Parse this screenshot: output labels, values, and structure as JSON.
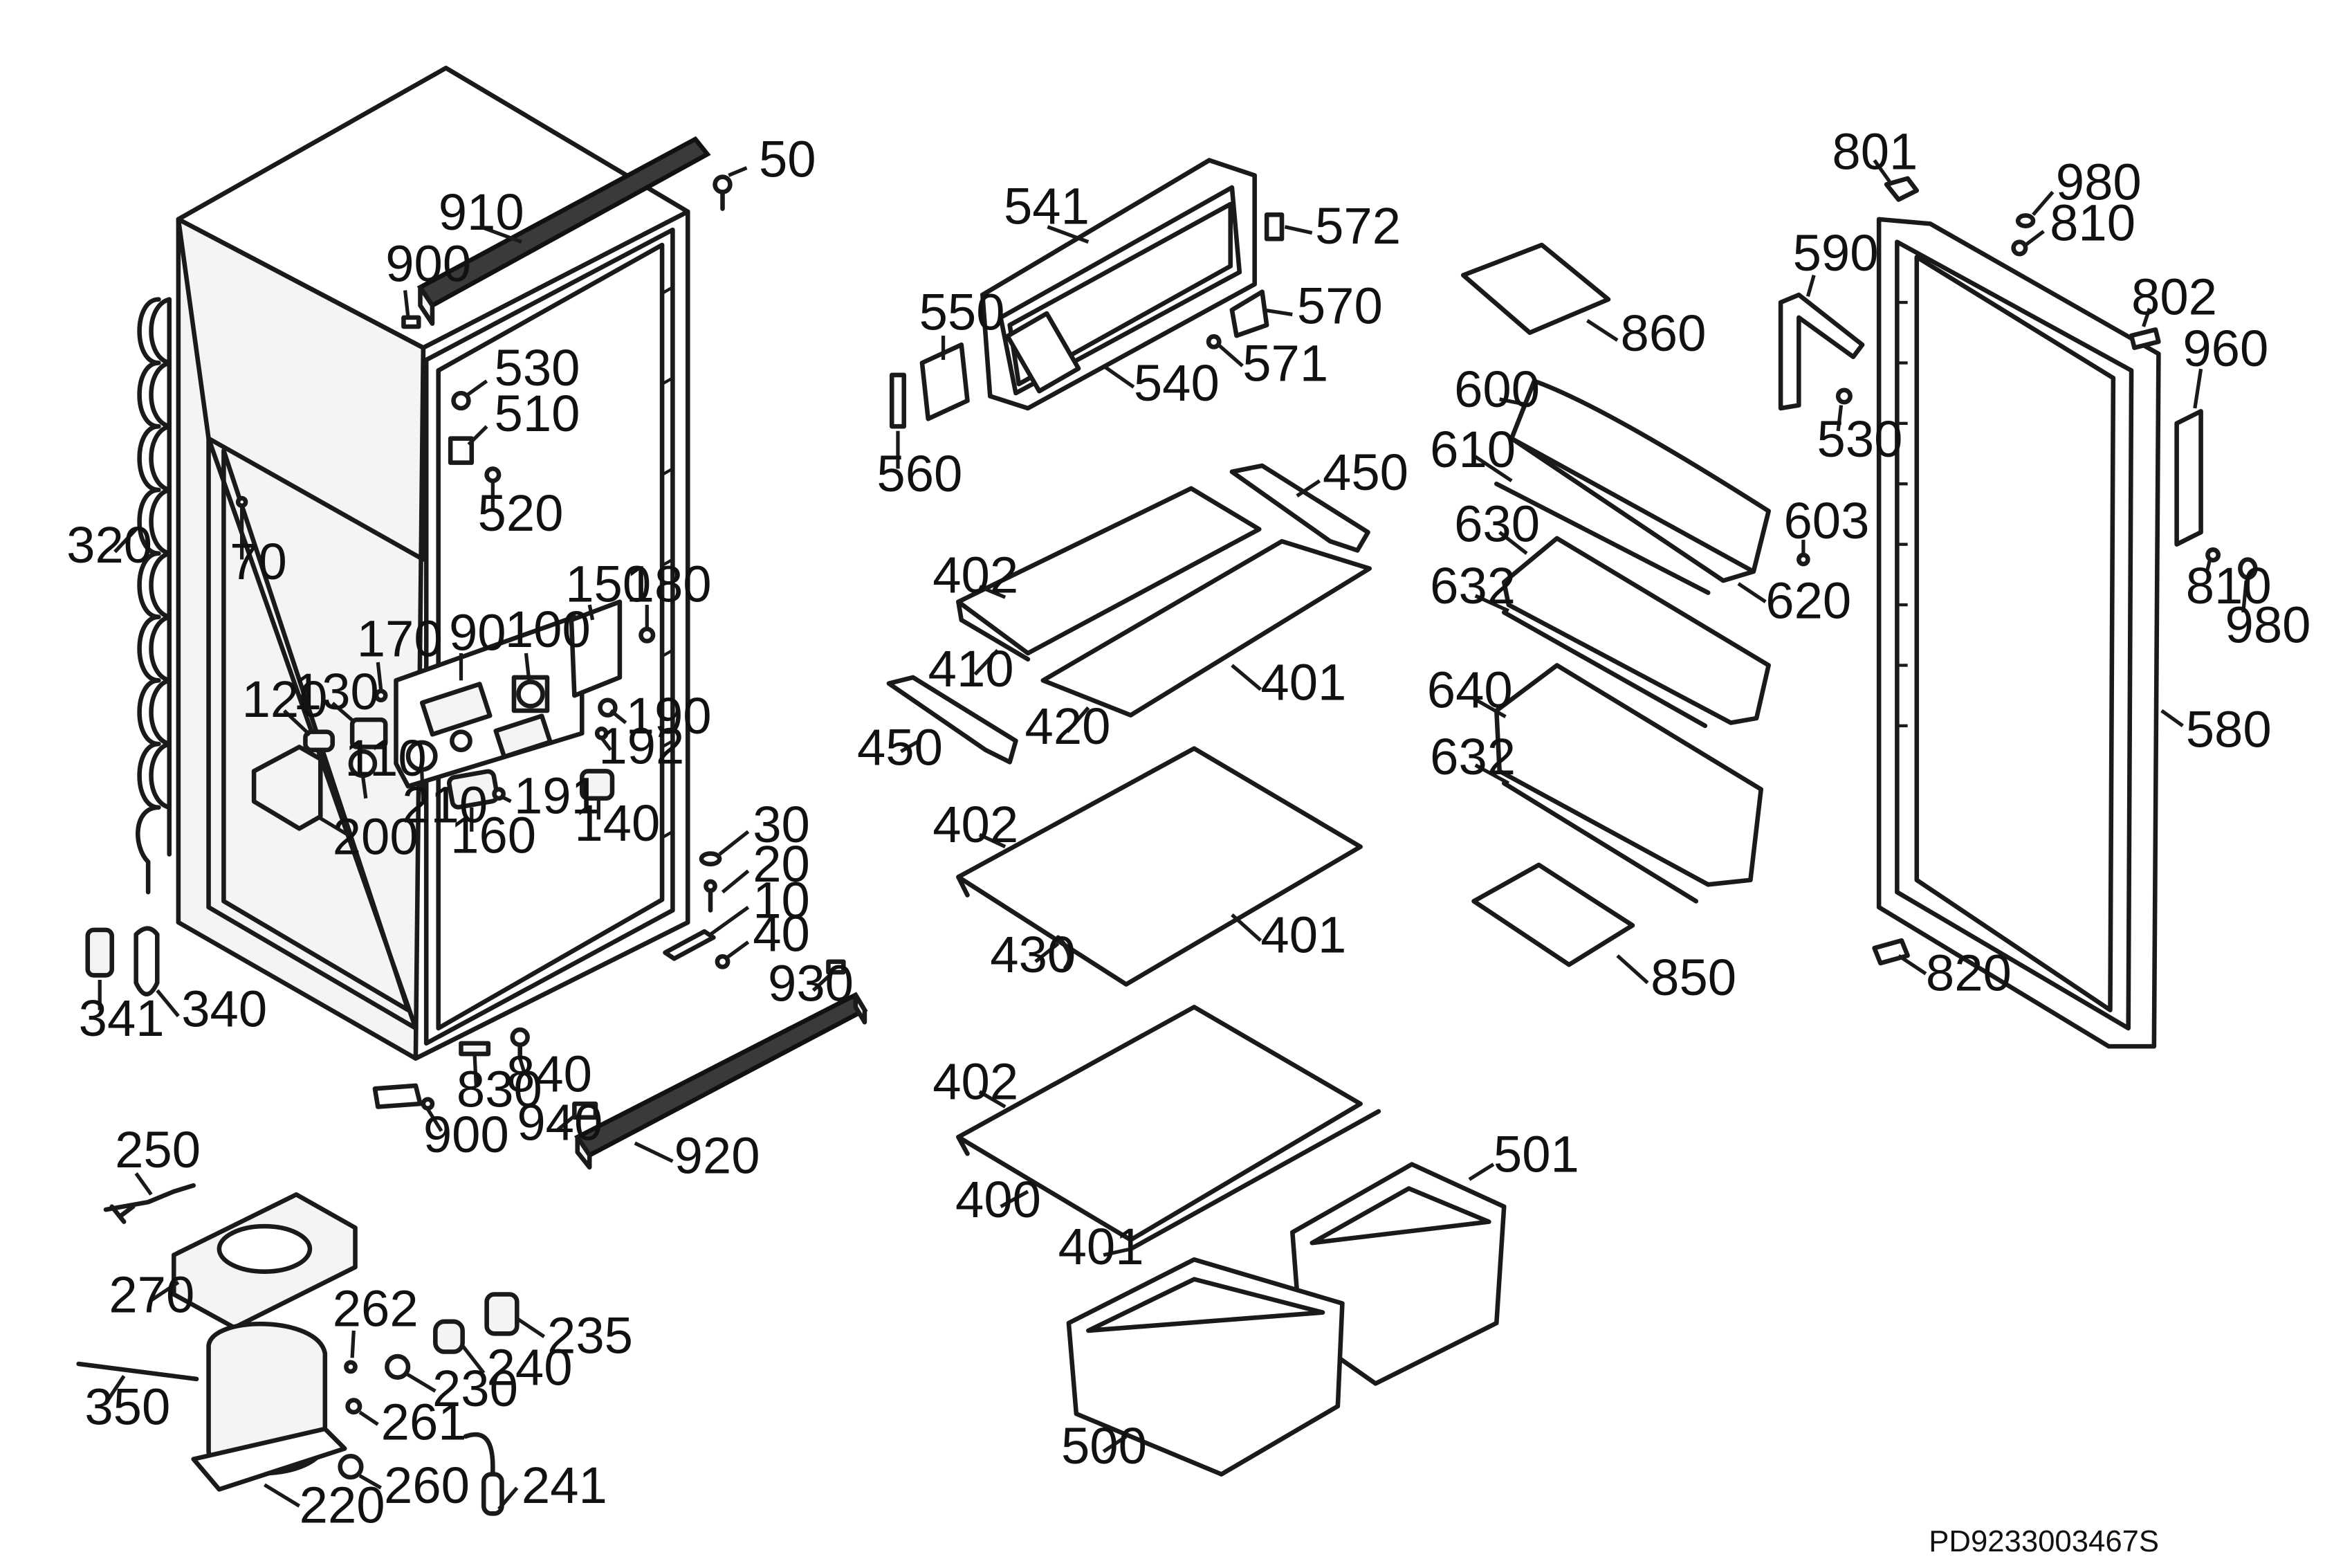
{
  "diagram": {
    "doc_code": "PD9233003467S",
    "labels": [
      {
        "id": "l50",
        "text": "50"
      },
      {
        "id": "l910",
        "text": "910"
      },
      {
        "id": "l900a",
        "text": "900"
      },
      {
        "id": "l530a",
        "text": "530"
      },
      {
        "id": "l510",
        "text": "510"
      },
      {
        "id": "l520",
        "text": "520"
      },
      {
        "id": "l320",
        "text": "320"
      },
      {
        "id": "l70",
        "text": "70"
      },
      {
        "id": "l150",
        "text": "150"
      },
      {
        "id": "l180",
        "text": "180"
      },
      {
        "id": "l170",
        "text": "170"
      },
      {
        "id": "l90",
        "text": "90"
      },
      {
        "id": "l100",
        "text": "100"
      },
      {
        "id": "l120",
        "text": "120"
      },
      {
        "id": "l130",
        "text": "130"
      },
      {
        "id": "l190",
        "text": "190"
      },
      {
        "id": "l192",
        "text": "192"
      },
      {
        "id": "l110",
        "text": "110"
      },
      {
        "id": "l210",
        "text": "210"
      },
      {
        "id": "l191",
        "text": "191"
      },
      {
        "id": "l140",
        "text": "140"
      },
      {
        "id": "l200",
        "text": "200"
      },
      {
        "id": "l160",
        "text": "160"
      },
      {
        "id": "l30",
        "text": "30"
      },
      {
        "id": "l20",
        "text": "20"
      },
      {
        "id": "l10",
        "text": "10"
      },
      {
        "id": "l40",
        "text": "40"
      },
      {
        "id": "l930",
        "text": "930"
      },
      {
        "id": "l341",
        "text": "341"
      },
      {
        "id": "l340",
        "text": "340"
      },
      {
        "id": "l830",
        "text": "830"
      },
      {
        "id": "l840",
        "text": "840"
      },
      {
        "id": "l900b",
        "text": "900"
      },
      {
        "id": "l940",
        "text": "940"
      },
      {
        "id": "l920",
        "text": "920"
      },
      {
        "id": "l250",
        "text": "250"
      },
      {
        "id": "l270",
        "text": "270"
      },
      {
        "id": "l262",
        "text": "262"
      },
      {
        "id": "l235",
        "text": "235"
      },
      {
        "id": "l240",
        "text": "240"
      },
      {
        "id": "l350",
        "text": "350"
      },
      {
        "id": "l230",
        "text": "230"
      },
      {
        "id": "l261",
        "text": "261"
      },
      {
        "id": "l260",
        "text": "260"
      },
      {
        "id": "l241",
        "text": "241"
      },
      {
        "id": "l220",
        "text": "220"
      },
      {
        "id": "l541",
        "text": "541"
      },
      {
        "id": "l572",
        "text": "572"
      },
      {
        "id": "l570",
        "text": "570"
      },
      {
        "id": "l550",
        "text": "550"
      },
      {
        "id": "l571",
        "text": "571"
      },
      {
        "id": "l540",
        "text": "540"
      },
      {
        "id": "l560",
        "text": "560"
      },
      {
        "id": "l450a",
        "text": "450"
      },
      {
        "id": "l402a",
        "text": "402"
      },
      {
        "id": "l410",
        "text": "410"
      },
      {
        "id": "l420",
        "text": "420"
      },
      {
        "id": "l401a",
        "text": "401"
      },
      {
        "id": "l450b",
        "text": "450"
      },
      {
        "id": "l402b",
        "text": "402"
      },
      {
        "id": "l430",
        "text": "430"
      },
      {
        "id": "l401b",
        "text": "401"
      },
      {
        "id": "l402c",
        "text": "402"
      },
      {
        "id": "l400",
        "text": "400"
      },
      {
        "id": "l401c",
        "text": "401"
      },
      {
        "id": "l501",
        "text": "501"
      },
      {
        "id": "l500",
        "text": "500"
      },
      {
        "id": "l860",
        "text": "860"
      },
      {
        "id": "l600",
        "text": "600"
      },
      {
        "id": "l610",
        "text": "610"
      },
      {
        "id": "l603",
        "text": "603"
      },
      {
        "id": "l620",
        "text": "620"
      },
      {
        "id": "l630",
        "text": "630"
      },
      {
        "id": "l632a",
        "text": "632"
      },
      {
        "id": "l640",
        "text": "640"
      },
      {
        "id": "l632b",
        "text": "632"
      },
      {
        "id": "l850",
        "text": "850"
      },
      {
        "id": "l801",
        "text": "801"
      },
      {
        "id": "l980a",
        "text": "980"
      },
      {
        "id": "l810a",
        "text": "810"
      },
      {
        "id": "l590",
        "text": "590"
      },
      {
        "id": "l802",
        "text": "802"
      },
      {
        "id": "l960",
        "text": "960"
      },
      {
        "id": "l530b",
        "text": "530"
      },
      {
        "id": "l810b",
        "text": "810"
      },
      {
        "id": "l980b",
        "text": "980"
      },
      {
        "id": "l580",
        "text": "580"
      },
      {
        "id": "l820",
        "text": "820"
      }
    ]
  }
}
